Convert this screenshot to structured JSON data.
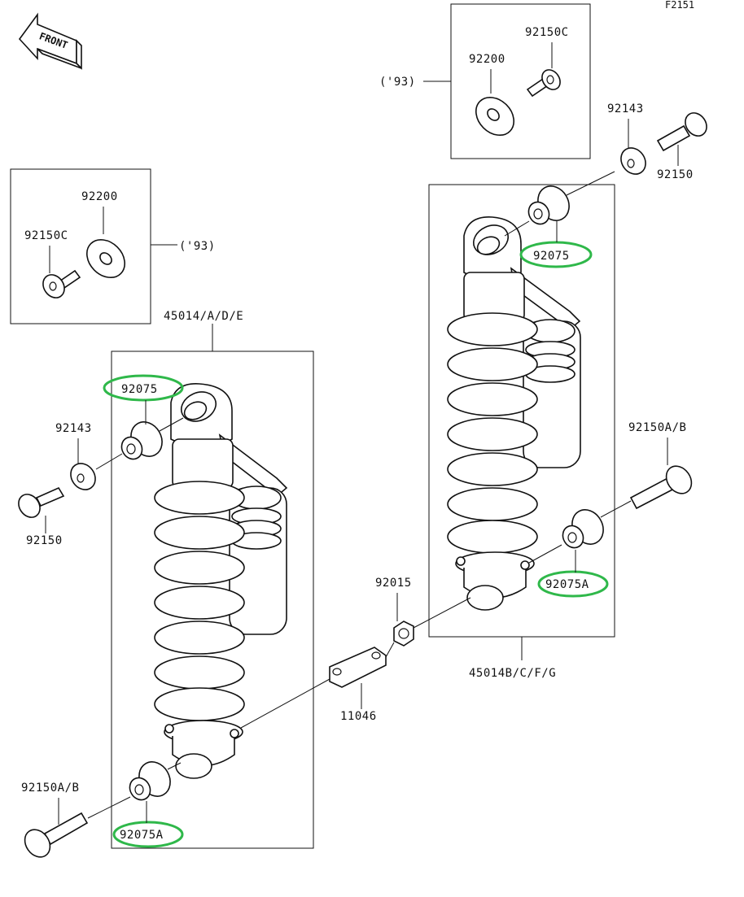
{
  "figure_code": "F2151",
  "front_label": "FRONT",
  "labels": {
    "kit_92150c_right": "92150C",
    "kit_92200_right": "92200",
    "year_right": "('93)",
    "kit_92200_left": "92200",
    "kit_92150c_left": "92150C",
    "year_left": "('93)",
    "assy_left": "45014/A/D/E",
    "bush_left_top": "92075",
    "collar_left": "92143",
    "bolt_left_top": "92150",
    "bolt_left_bottom": "92150A/B",
    "bush_left_bottom": "92075A",
    "collar_right": "92143",
    "bolt_right_top": "92150",
    "bush_right_top": "92075",
    "bolt_right_bottom": "92150A/B",
    "bush_right_bottom": "92075A",
    "nut": "92015",
    "bracket": "11046",
    "assy_right": "45014B/C/F/G"
  },
  "highlight_color": "#2fb84a"
}
